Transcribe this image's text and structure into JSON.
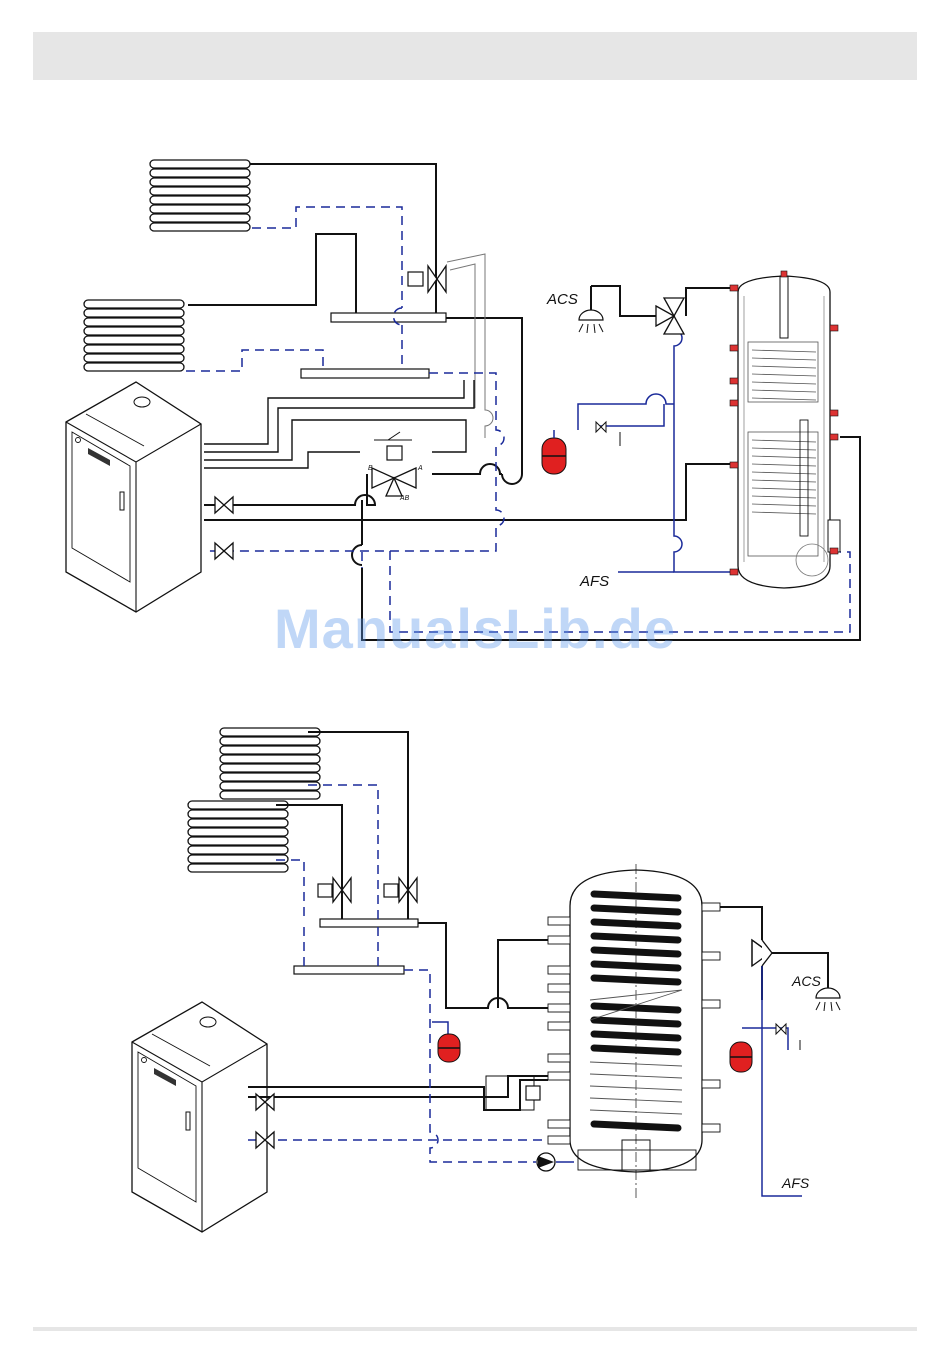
{
  "watermark": "ManualsLib.de",
  "diagram1": {
    "label_hot_water": "ACS",
    "label_cold_water": "AFS",
    "valve_port_a": "A",
    "valve_port_b": "B",
    "valve_port_ab": "AB"
  },
  "diagram2": {
    "label_hot_water": "ACS",
    "label_cold_water": "AFS"
  },
  "colors": {
    "supply_line": "#111111",
    "return_line": "#1a2a9a",
    "expansion_vessel": "#e02020",
    "header_bar": "#e6e6e6"
  }
}
